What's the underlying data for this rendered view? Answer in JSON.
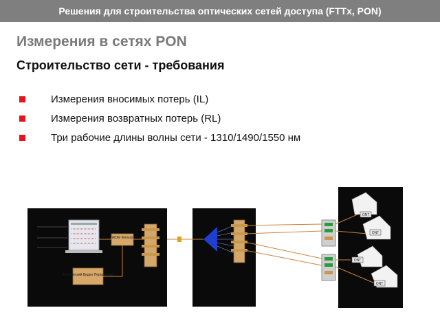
{
  "header": {
    "title": "Решения для строительства оптических сетей доступа (FTTx, PON)"
  },
  "page": {
    "title": "Измерения в сетях PON",
    "subtitle": "Строительство сети - требования"
  },
  "bullets": [
    "Измерения вносимых потерь (IL)",
    "Измерения возвратных потерь (RL)",
    "Три рабочие длины волны сети - 1310/1490/1550 нм"
  ],
  "diagram": {
    "wdm_label": "WDM Фильтр",
    "video_box_label": "Оптический Видео Передатчик",
    "onts": [
      "ONT",
      "ONT",
      "ONT",
      "ONT"
    ],
    "colors": {
      "panel": "#0a0a0a",
      "fiber": "#c8843c",
      "splitter": "#1e3fd0",
      "connector": "#d4a86a",
      "ont_port": "#2a9a3a"
    }
  }
}
